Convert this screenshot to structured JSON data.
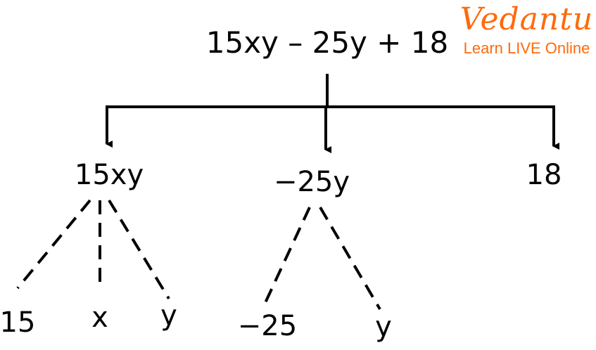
{
  "logo": {
    "brand": "Vedantu",
    "tagline": "Learn LIVE Online",
    "color": "#ff6a0a"
  },
  "tree": {
    "root": "15xy – 25y + 18",
    "terms": [
      {
        "label": "15xy",
        "factors": [
          "15",
          "x",
          "y"
        ]
      },
      {
        "label": "−25y",
        "factors": [
          "−25",
          "y"
        ]
      },
      {
        "label": "18",
        "factors": []
      }
    ]
  }
}
